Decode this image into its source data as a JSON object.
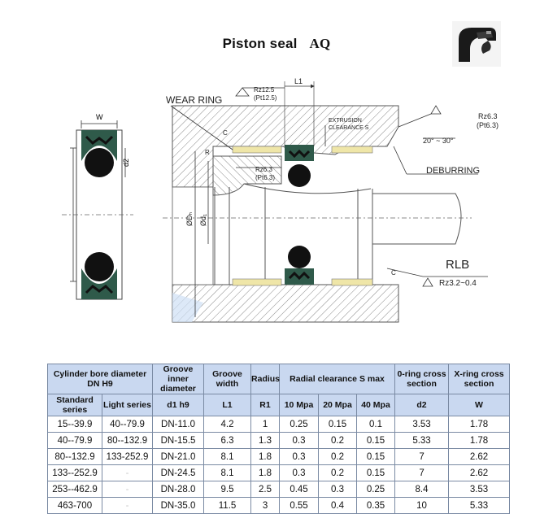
{
  "title": {
    "text": "Piston seal",
    "model": "AQ"
  },
  "drawing_labels": {
    "wear_ring": "WEAR RING",
    "rz125": "Rz12.5",
    "pt125": "(Pt12.5)",
    "l1": "L1",
    "extrusion": "EXTRUSION",
    "clearance": "CLEARANCE S",
    "rz63": "Rz6.3",
    "pt63": "(Pt6.3)",
    "angle": "20° ~ 30°",
    "deburring": "DEBURRING",
    "rz63_inner": "Rz6.3",
    "pt63_inner": "(Pt6.3)",
    "c_top": "C",
    "c_bottom": "C",
    "r_label": "R",
    "dh": "ØDₕ",
    "d1": "Ød₁",
    "w": "W",
    "d2": "d2",
    "rlb": "RLB",
    "rz32": "Rz3.2~0.4"
  },
  "table": {
    "h1": {
      "cylinder": "Cylinder bore diameter DN H9",
      "groove_inner": "Groove inner diameter",
      "groove_width": "Groove width",
      "radius": "Radius",
      "clearance": "Radial clearance S max",
      "oring": "0-ring cross section",
      "xring": "X-ring cross section"
    },
    "h2": {
      "standard": "Standard series",
      "light": "Light series",
      "d1": "d1 h9",
      "l1": "L1",
      "r1": "R1",
      "p10": "10 Mpa",
      "p20": "20 Mpa",
      "p40": "40 Mpa",
      "d2": "d2",
      "w": "W"
    },
    "rows": [
      [
        "15--39.9",
        "40--79.9",
        "DN-11.0",
        "4.2",
        "1",
        "0.25",
        "0.15",
        "0.1",
        "3.53",
        "1.78"
      ],
      [
        "40--79.9",
        "80--132.9",
        "DN-15.5",
        "6.3",
        "1.3",
        "0.3",
        "0.2",
        "0.15",
        "5.33",
        "1.78"
      ],
      [
        "80--132.9",
        "133-252.9",
        "DN-21.0",
        "8.1",
        "1.8",
        "0.3",
        "0.2",
        "0.15",
        "7",
        "2.62"
      ],
      [
        "133--252.9",
        "-",
        "DN-24.5",
        "8.1",
        "1.8",
        "0.3",
        "0.2",
        "0.15",
        "7",
        "2.62"
      ],
      [
        "253--462.9",
        "-",
        "DN-28.0",
        "9.5",
        "2.5",
        "0.45",
        "0.3",
        "0.25",
        "8.4",
        "3.53"
      ],
      [
        "463-700",
        "-",
        "DN-35.0",
        "11.5",
        "3",
        "0.55",
        "0.4",
        "0.35",
        "10",
        "5.33"
      ]
    ]
  }
}
